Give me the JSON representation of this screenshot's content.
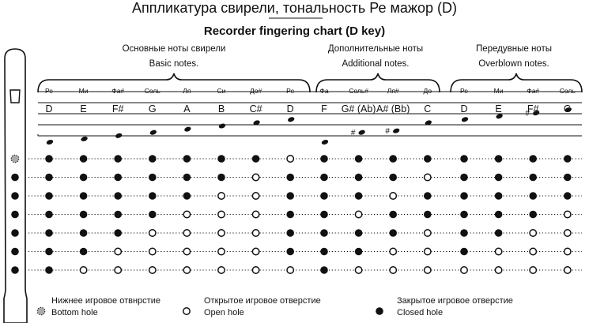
{
  "title_ru": "Аппликатура свирели, тональность Ре мажор (D)",
  "title_en": "Recorder fingering chart (D key)",
  "groups": [
    {
      "label_ru": "Основные ноты свирели",
      "label_en": "Basic notes."
    },
    {
      "label_ru": "Дополнительные ноты",
      "label_en": "Additional notes."
    },
    {
      "label_ru": "Передувные ноты",
      "label_en": "Overblown notes."
    }
  ],
  "notes": [
    {
      "ru": "Ре",
      "en": "D",
      "group": 0,
      "step": 0,
      "acc": "",
      "holes": [
        "C",
        "C",
        "C",
        "C",
        "C",
        "C",
        "C"
      ]
    },
    {
      "ru": "Ми",
      "en": "E",
      "group": 0,
      "step": 1,
      "acc": "",
      "holes": [
        "C",
        "C",
        "C",
        "C",
        "C",
        "C",
        "O"
      ]
    },
    {
      "ru": "Фа#",
      "en": "F#",
      "group": 0,
      "step": 2,
      "acc": "",
      "holes": [
        "C",
        "C",
        "C",
        "C",
        "C",
        "O",
        "O"
      ]
    },
    {
      "ru": "Соль",
      "en": "G",
      "group": 0,
      "step": 3,
      "acc": "",
      "holes": [
        "C",
        "C",
        "C",
        "C",
        "O",
        "O",
        "O"
      ]
    },
    {
      "ru": "Ля",
      "en": "A",
      "group": 0,
      "step": 4,
      "acc": "",
      "holes": [
        "C",
        "C",
        "C",
        "O",
        "O",
        "O",
        "O"
      ]
    },
    {
      "ru": "Си",
      "en": "B",
      "group": 0,
      "step": 5,
      "acc": "",
      "holes": [
        "C",
        "C",
        "O",
        "O",
        "O",
        "O",
        "O"
      ]
    },
    {
      "ru": "До#",
      "en": "C#",
      "group": 0,
      "step": 6,
      "acc": "",
      "holes": [
        "C",
        "O",
        "O",
        "O",
        "O",
        "O",
        "O"
      ]
    },
    {
      "ru": "Ре",
      "en": "D",
      "group": 0,
      "step": 7,
      "acc": "",
      "holes": [
        "O",
        "C",
        "C",
        "C",
        "C",
        "C",
        "O"
      ]
    },
    {
      "ru": "Фа",
      "en": "F",
      "group": 1,
      "step": 0,
      "acc": "",
      "holes": [
        "C",
        "C",
        "C",
        "C",
        "C",
        "C",
        "C"
      ]
    },
    {
      "ru": "Соль#",
      "en": "G# (Ab)",
      "group": 1,
      "step": 3,
      "acc": "#",
      "holes": [
        "C",
        "C",
        "C",
        "O",
        "C",
        "C",
        "O"
      ]
    },
    {
      "ru": "Ля#",
      "en": "A# (Bb)",
      "group": 1,
      "step": 3.5,
      "acc": "#",
      "holes": [
        "C",
        "C",
        "O",
        "C",
        "C",
        "O",
        "O"
      ]
    },
    {
      "ru": "До",
      "en": "C",
      "group": 1,
      "step": 6,
      "acc": "",
      "holes": [
        "C",
        "O",
        "C",
        "C",
        "O",
        "O",
        "O"
      ]
    },
    {
      "ru": "Ре",
      "en": "D",
      "group": 2,
      "step": 7,
      "acc": "",
      "holes": [
        "C",
        "C",
        "C",
        "C",
        "C",
        "C",
        "O"
      ]
    },
    {
      "ru": "Ми",
      "en": "E",
      "group": 2,
      "step": 8,
      "acc": "",
      "holes": [
        "C",
        "C",
        "C",
        "C",
        "C",
        "O",
        "O"
      ]
    },
    {
      "ru": "Фа#",
      "en": "F#",
      "group": 2,
      "step": 9,
      "acc": "#",
      "holes": [
        "C",
        "C",
        "C",
        "C",
        "O",
        "O",
        "O"
      ]
    },
    {
      "ru": "Соль",
      "en": "G",
      "group": 2,
      "step": 10,
      "acc": "",
      "holes": [
        "C",
        "C",
        "C",
        "O",
        "O",
        "O",
        "O"
      ]
    }
  ],
  "recorder_holes": [
    "B",
    "C",
    "C",
    "C",
    "C",
    "C",
    "C"
  ],
  "legend": [
    {
      "type": "bottom",
      "ru": "Нижнее игровое отвнрстие",
      "en": "Bottom hole"
    },
    {
      "type": "open",
      "ru": "Открытое игровое отверстие",
      "en": "Open hole"
    },
    {
      "type": "closed",
      "ru": "Закрытое игровое отверстие",
      "en": "Closed hole"
    }
  ],
  "colors": {
    "ink": "#111111",
    "bottom_hole": "#aaaaaa",
    "background": "#ffffff"
  }
}
